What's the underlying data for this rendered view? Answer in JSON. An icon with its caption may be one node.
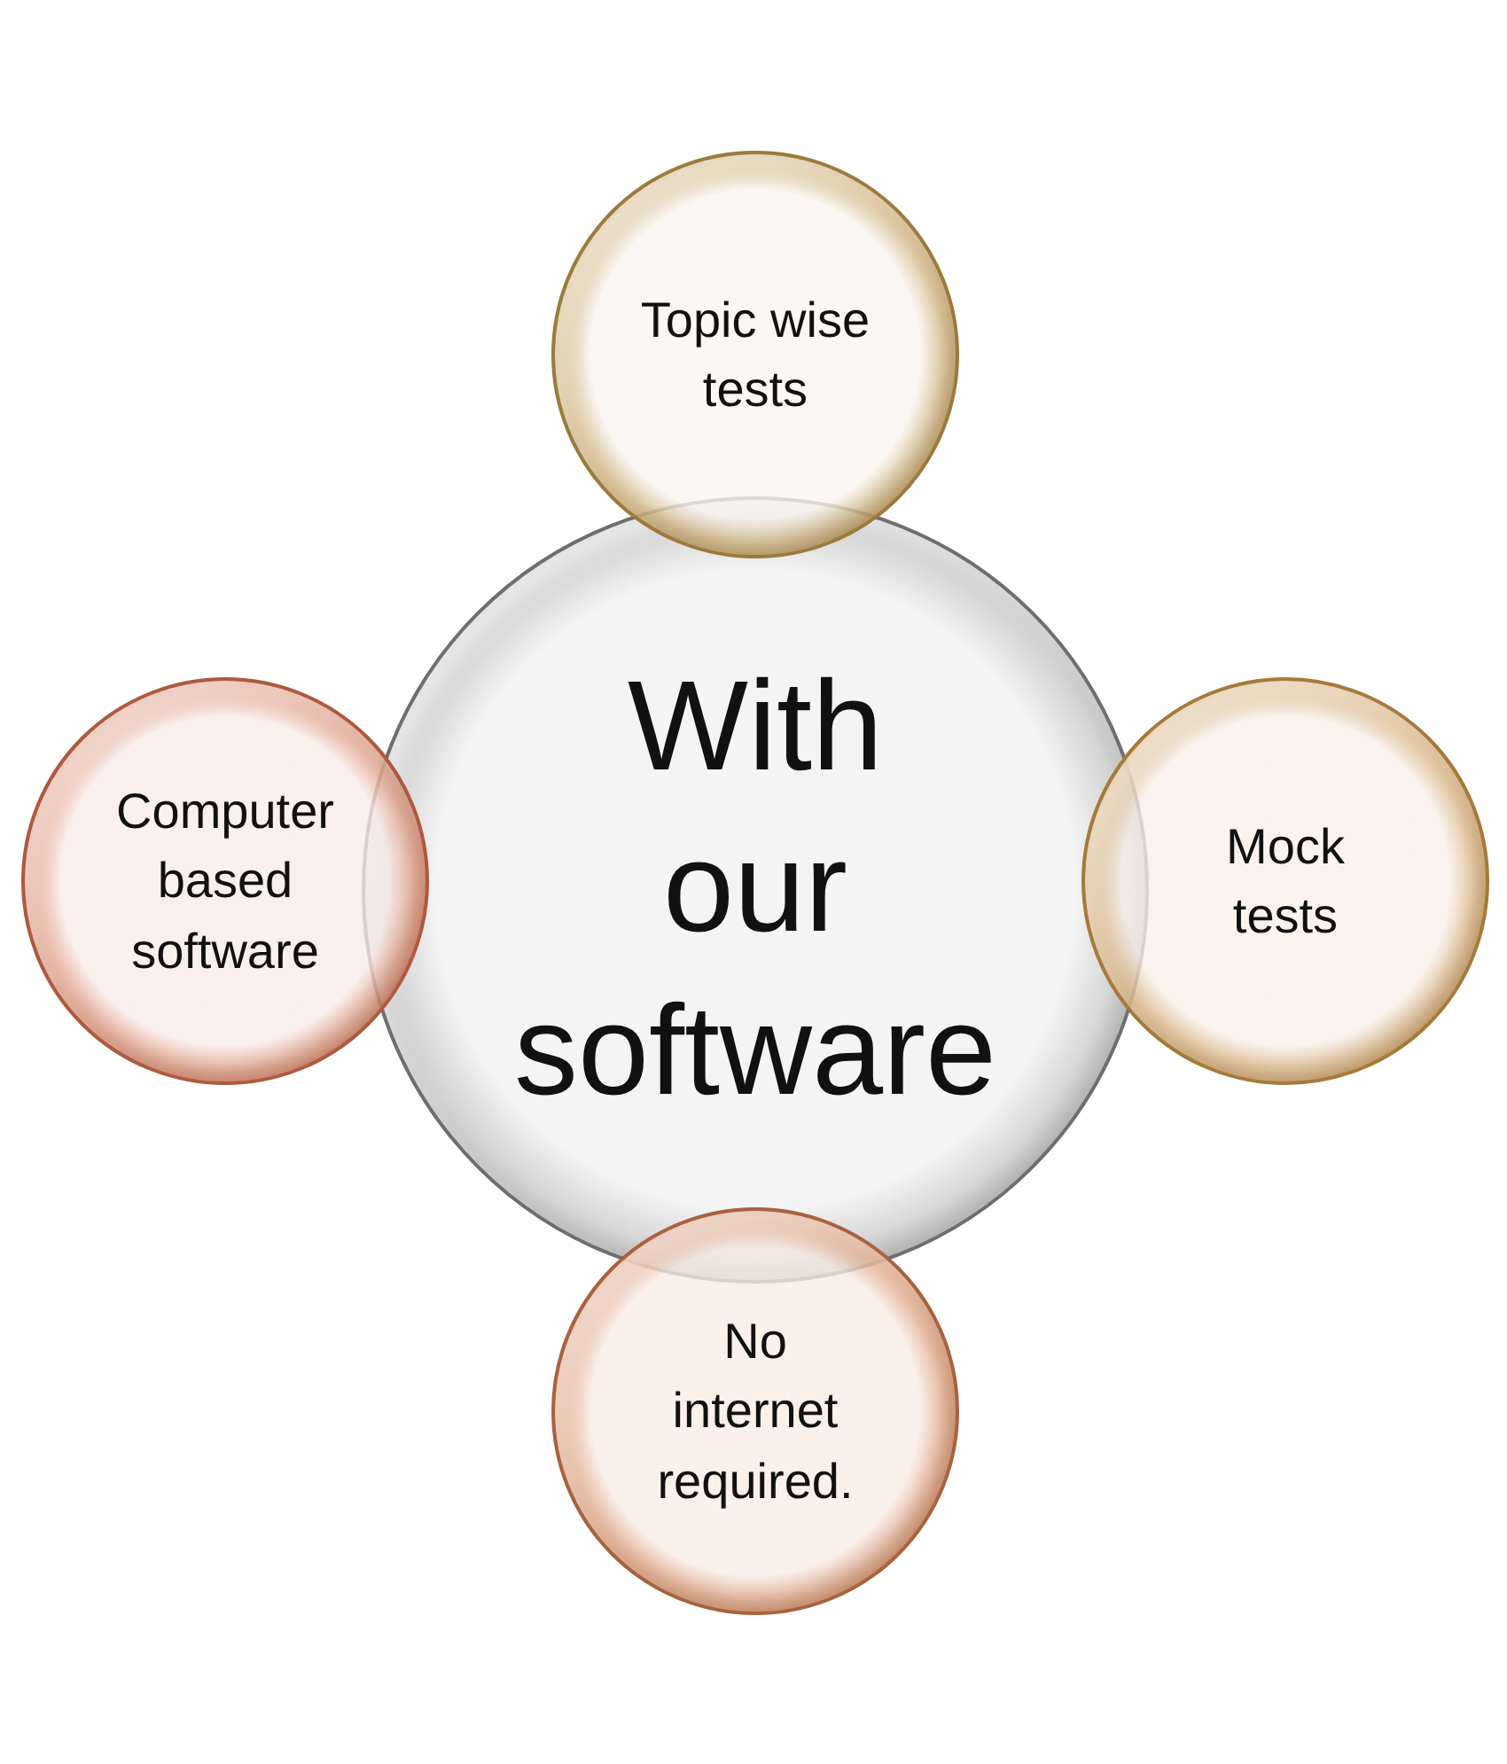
{
  "diagram": {
    "nodes": [
      {
        "text": [
          "Topic wise tests"
        ]
      },
      {
        "text": [
          "With our software"
        ]
      },
      {
        "text": [
          "Computer based software"
        ]
      },
      {
        "text": [
          "Mock tests"
        ]
      },
      {
        "text": [
          "No internet required."
        ]
      }
    ]
  }
}
